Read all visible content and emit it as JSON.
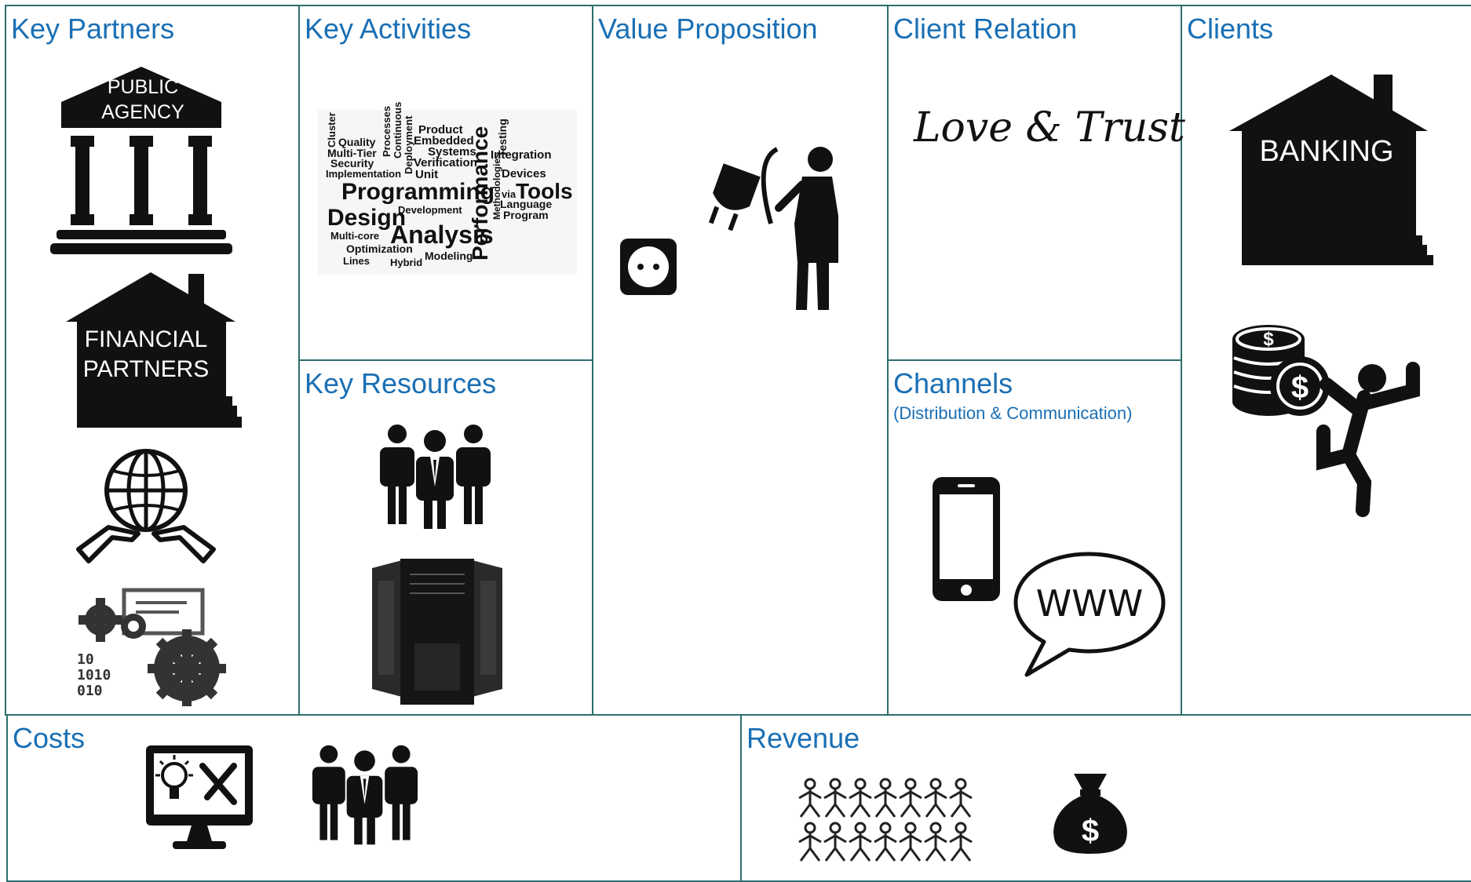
{
  "sections": {
    "key_partners": {
      "title": "Key Partners",
      "public_agency_line1": "PUBLIC",
      "public_agency_line2": "AGENCY",
      "financial_line1": "FINANCIAL",
      "financial_line2": "PARTNERS"
    },
    "key_activities": {
      "title": "Key Activities",
      "word_cloud": [
        "Cluster",
        "Quality",
        "Multi-Tier",
        "Security",
        "Implementation",
        "Processes",
        "Continuous",
        "Deployment",
        "Product",
        "Embedded",
        "Systems",
        "Verification",
        "Unit",
        "Programming",
        "Design",
        "Development",
        "Analysis",
        "Performance",
        "Methodologies",
        "Testing",
        "Integration",
        "Devices",
        "via",
        "Tools",
        "Language",
        "Program",
        "Multi-core",
        "Optimization",
        "Lines",
        "Hybrid",
        "Modeling"
      ]
    },
    "value_proposition": {
      "title": "Value Proposition"
    },
    "client_relation": {
      "title": "Client Relation",
      "handwriting": "Love & Trust"
    },
    "clients": {
      "title": "Clients",
      "banking_label": "BANKING"
    },
    "key_resources": {
      "title": "Key Resources"
    },
    "channels": {
      "title": "Channels",
      "subtitle": "(Distribution & Communication)",
      "bubble_text": "WWW"
    },
    "costs": {
      "title": "Costs"
    },
    "revenue": {
      "title": "Revenue"
    }
  },
  "colors": {
    "border": "#2e6e6e",
    "title": "#1a6fb4",
    "icon": "#111111"
  }
}
